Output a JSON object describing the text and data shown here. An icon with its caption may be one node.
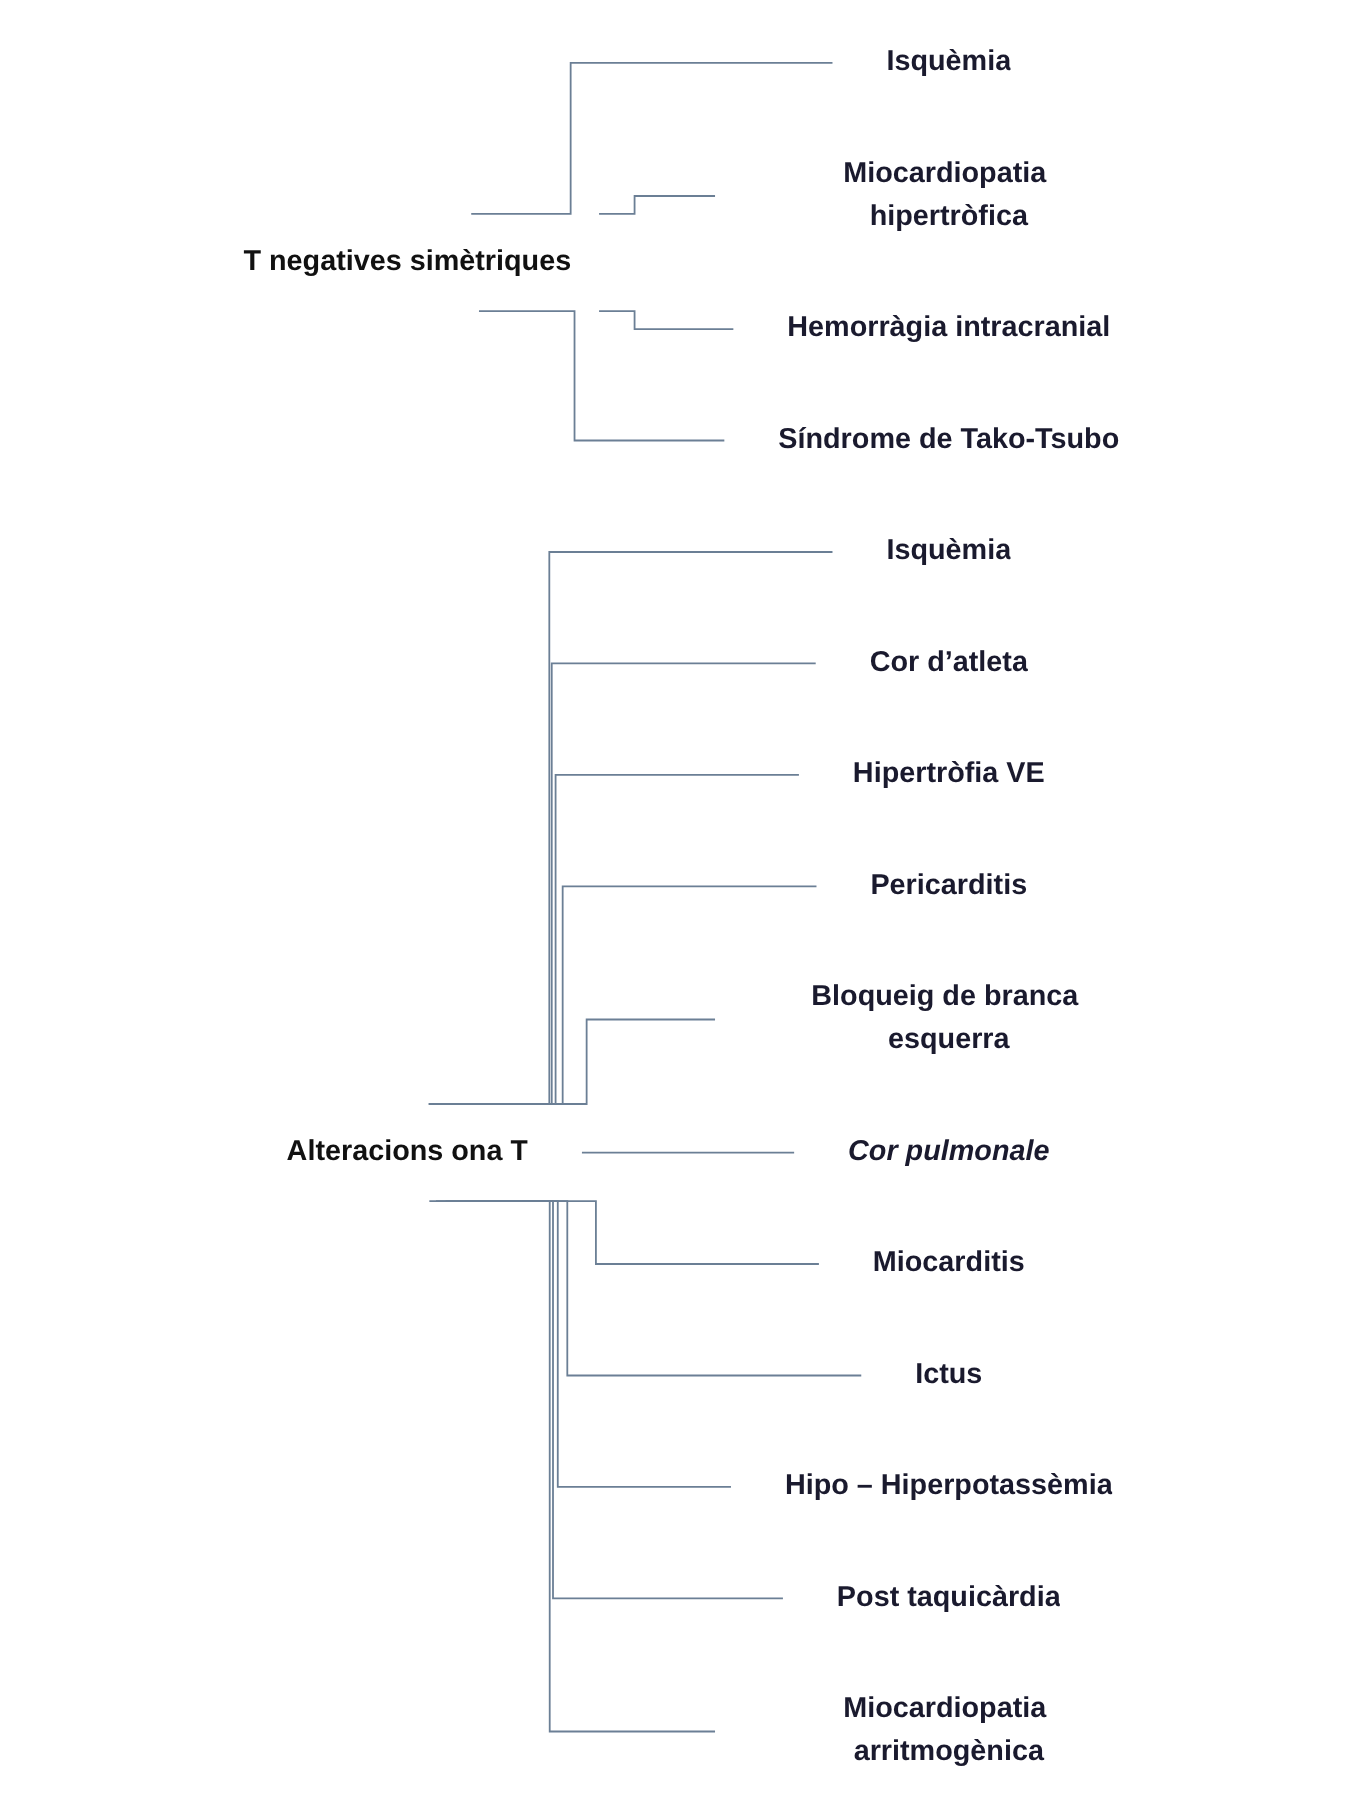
{
  "diagram": {
    "nodes": [
      {
        "text": [
          "T negatives simètriques"
        ]
      },
      {
        "text": [
          "Isquèmia"
        ]
      },
      {
        "text": [
          "Miocardiopatia hipertròfica"
        ]
      },
      {
        "text": [
          "Hemorràgia intracranial"
        ]
      },
      {
        "text": [
          "Síndrome de Tako-Tsubo"
        ]
      },
      {
        "text": [
          "Alteracions ona T"
        ]
      },
      {
        "text": [
          "Isquèmia"
        ]
      },
      {
        "text": [
          "Cor d’atleta"
        ]
      },
      {
        "text": [
          "Hipertròfia VE"
        ]
      },
      {
        "text": [
          "Pericarditis"
        ]
      },
      {
        "text": [
          "Bloqueig de branca esquerra"
        ]
      },
      {
        "text": [
          "Cor pulmonale"
        ]
      },
      {
        "text": [
          "Miocarditis"
        ]
      },
      {
        "text": [
          "Ictus"
        ]
      },
      {
        "text": [
          "Hipo – Hiperpotassèmia"
        ]
      },
      {
        "text": [
          "Post taquicàrdia"
        ]
      },
      {
        "text": [
          "Miocardiopatia arritmogènica"
        ]
      }
    ],
    "edges": [
      {
        "from": 0,
        "to": 1,
        "arrow": "none"
      },
      {
        "from": 0,
        "to": 2,
        "arrow": "none"
      },
      {
        "from": 0,
        "to": 3,
        "arrow": "none"
      },
      {
        "from": 0,
        "to": 4,
        "arrow": "none"
      },
      {
        "from": 5,
        "to": 6,
        "arrow": "none"
      },
      {
        "from": 5,
        "to": 7,
        "arrow": "none"
      },
      {
        "from": 5,
        "to": 8,
        "arrow": "none"
      },
      {
        "from": 5,
        "to": 9,
        "arrow": "none"
      },
      {
        "from": 5,
        "to": 10,
        "arrow": "none"
      },
      {
        "from": 5,
        "to": 11,
        "arrow": "none"
      },
      {
        "from": 5,
        "to": 12,
        "arrow": "none"
      },
      {
        "from": 5,
        "to": 13,
        "arrow": "none"
      },
      {
        "from": 5,
        "to": 14,
        "arrow": "none"
      },
      {
        "from": 5,
        "to": 15,
        "arrow": "none"
      },
      {
        "from": 5,
        "to": 16,
        "arrow": "none"
      }
    ]
  }
}
